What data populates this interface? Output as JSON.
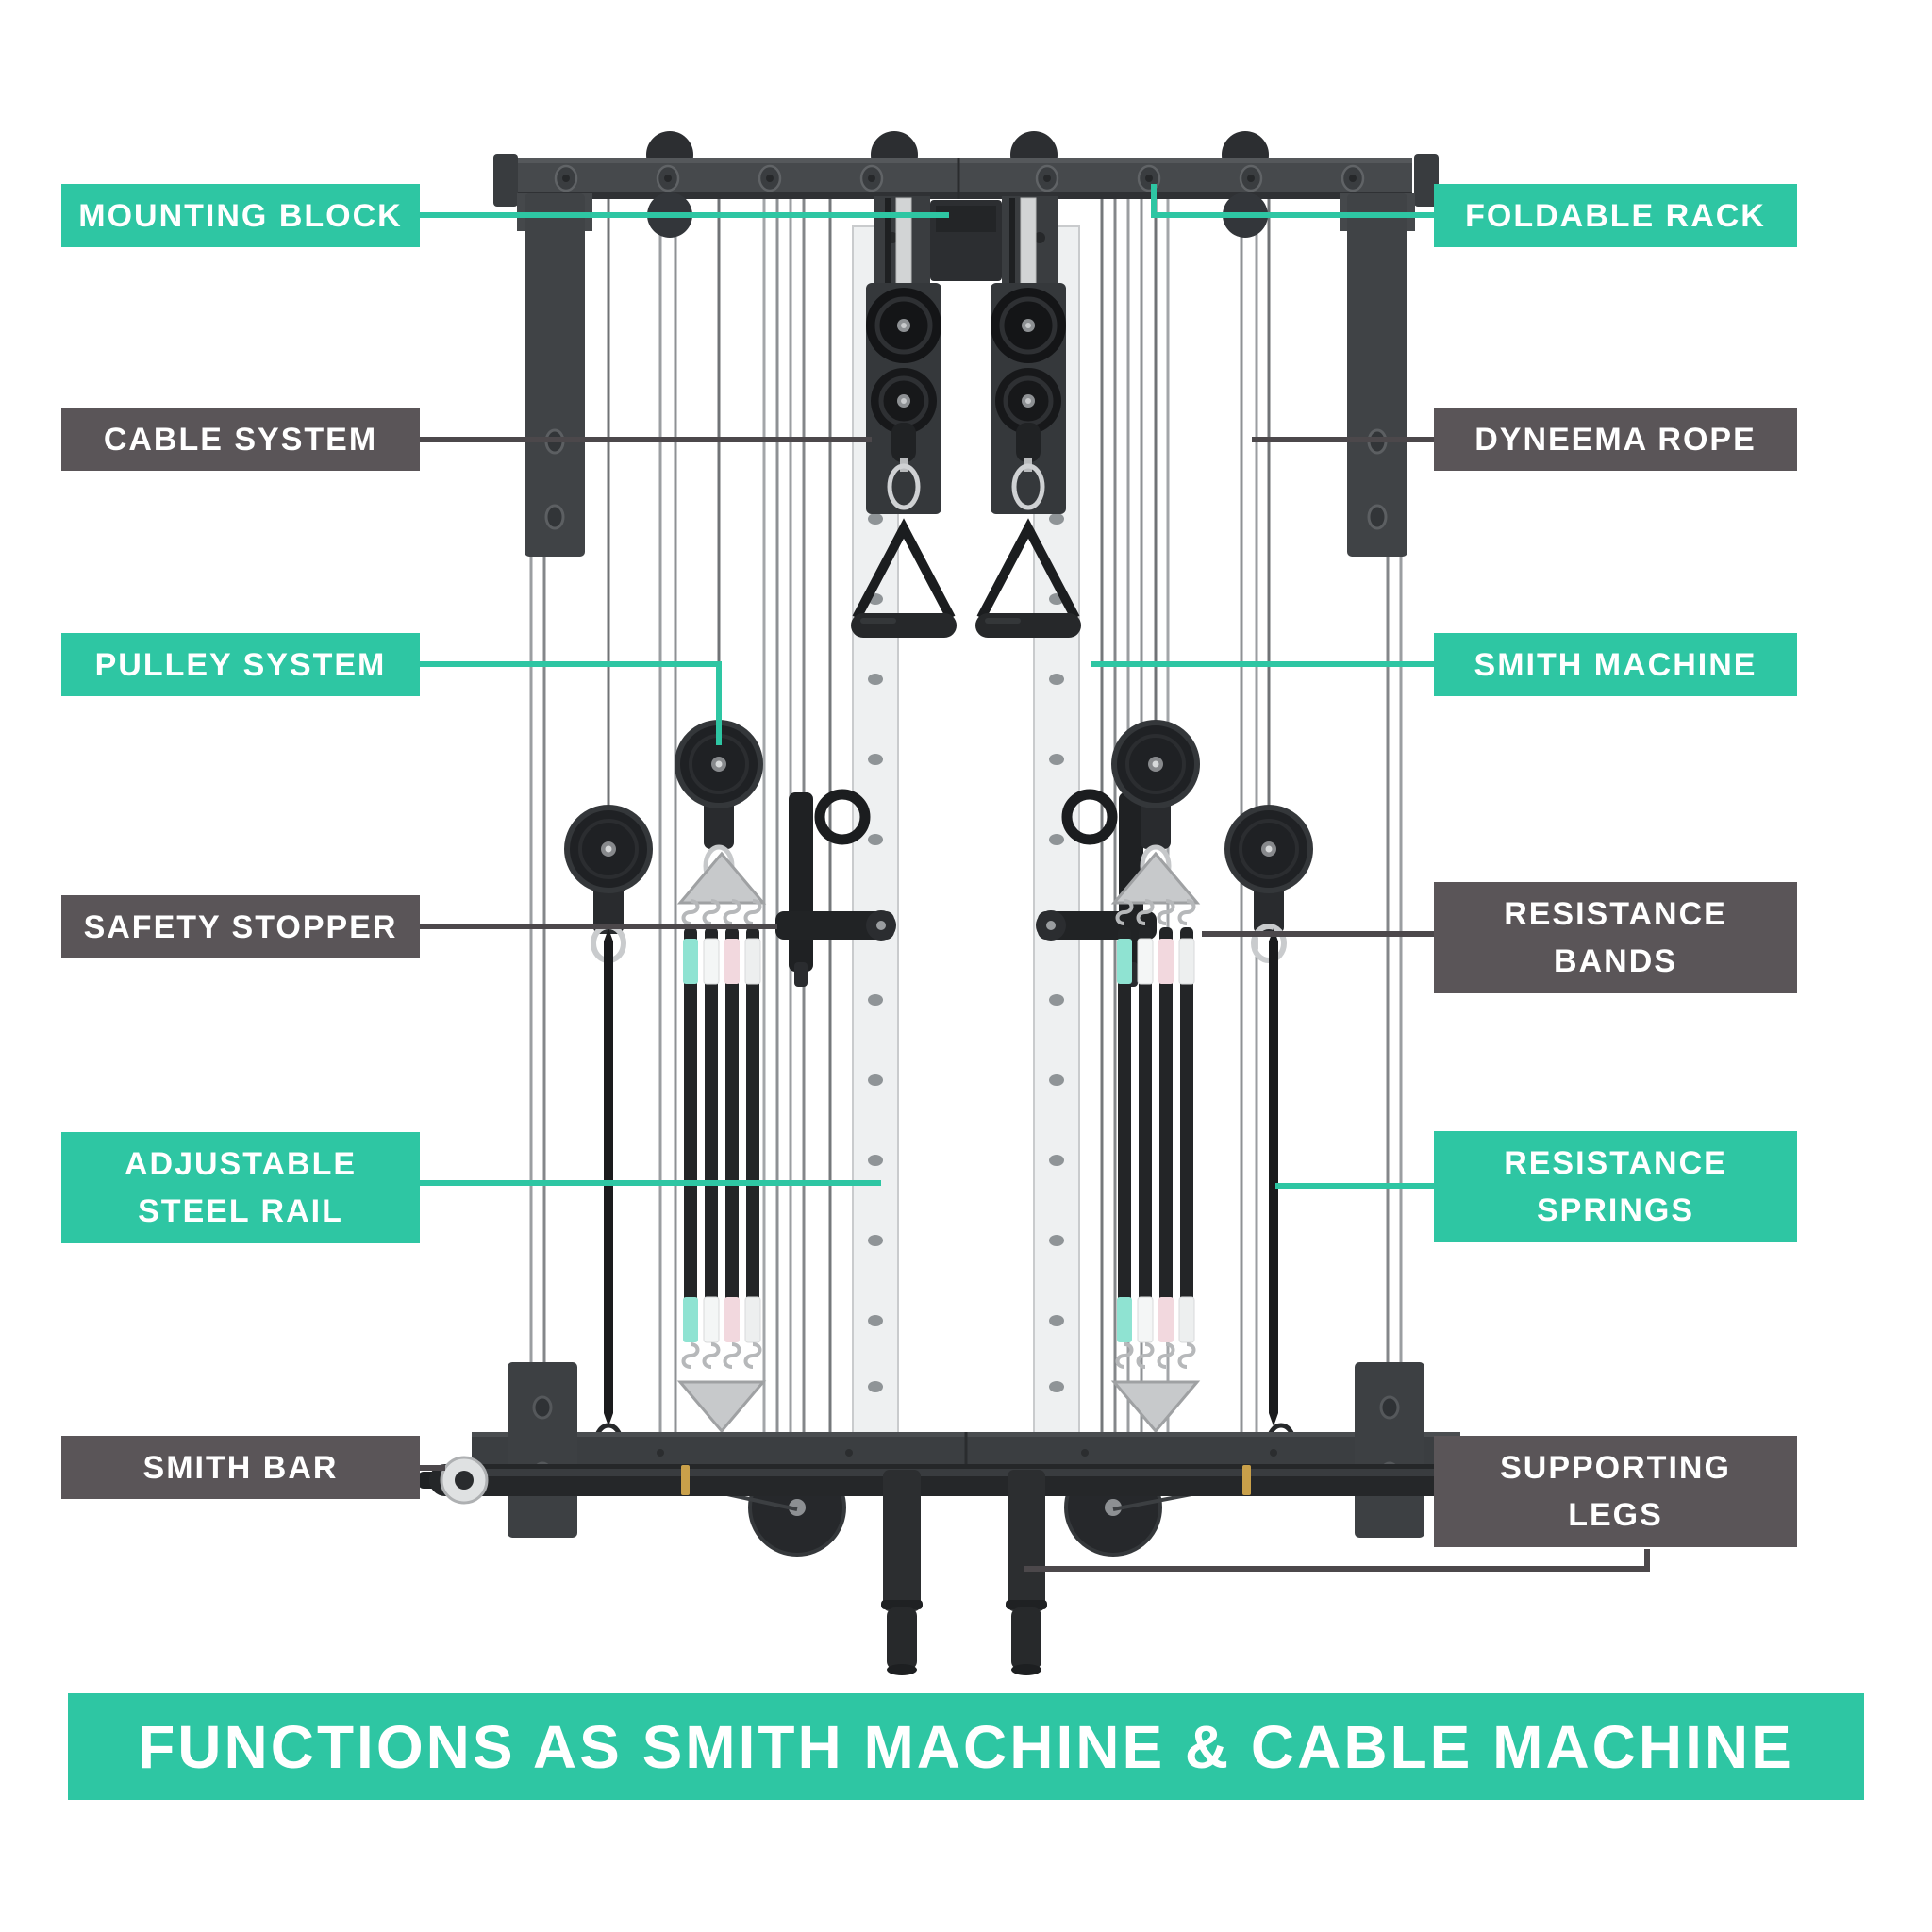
{
  "colors": {
    "background": "#FFFFFF",
    "teal_accent": "#2EC6A3",
    "dark_gray_accent": "#5A5558",
    "leader_line_dark": "#4C484B",
    "label_text": "#FFFFFF",
    "band_tag_colors": [
      "#8FE3D2",
      "#F4F6F6",
      "#F2D8DE",
      "#EDEFEF"
    ]
  },
  "labels": {
    "left": [
      {
        "id": "mounting-block",
        "variant": "teal",
        "lines": [
          "MOUNTING BLOCK"
        ]
      },
      {
        "id": "cable-system",
        "variant": "dark",
        "lines": [
          "CABLE SYSTEM"
        ]
      },
      {
        "id": "pulley-system",
        "variant": "teal",
        "lines": [
          "PULLEY SYSTEM"
        ]
      },
      {
        "id": "safety-stopper",
        "variant": "dark",
        "lines": [
          "SAFETY STOPPER"
        ]
      },
      {
        "id": "adjustable-steel-rail",
        "variant": "teal",
        "lines": [
          "ADJUSTABLE",
          "STEEL RAIL"
        ]
      },
      {
        "id": "smith-bar",
        "variant": "dark",
        "lines": [
          "SMITH BAR"
        ]
      }
    ],
    "right": [
      {
        "id": "foldable-rack",
        "variant": "teal",
        "lines": [
          "FOLDABLE RACK"
        ]
      },
      {
        "id": "dyneema-rope",
        "variant": "dark",
        "lines": [
          "DYNEEMA ROPE"
        ]
      },
      {
        "id": "smith-machine",
        "variant": "teal",
        "lines": [
          "SMITH MACHINE"
        ]
      },
      {
        "id": "resistance-bands",
        "variant": "dark",
        "lines": [
          "RESISTANCE",
          "BANDS"
        ]
      },
      {
        "id": "resistance-springs",
        "variant": "teal",
        "lines": [
          "RESISTANCE",
          "SPRINGS"
        ]
      },
      {
        "id": "supporting-legs",
        "variant": "dark",
        "lines": [
          "SUPPORTING",
          "LEGS"
        ]
      }
    ]
  },
  "banner": {
    "text": "FUNCTIONS AS SMITH MACHINE & CABLE MACHINE"
  }
}
